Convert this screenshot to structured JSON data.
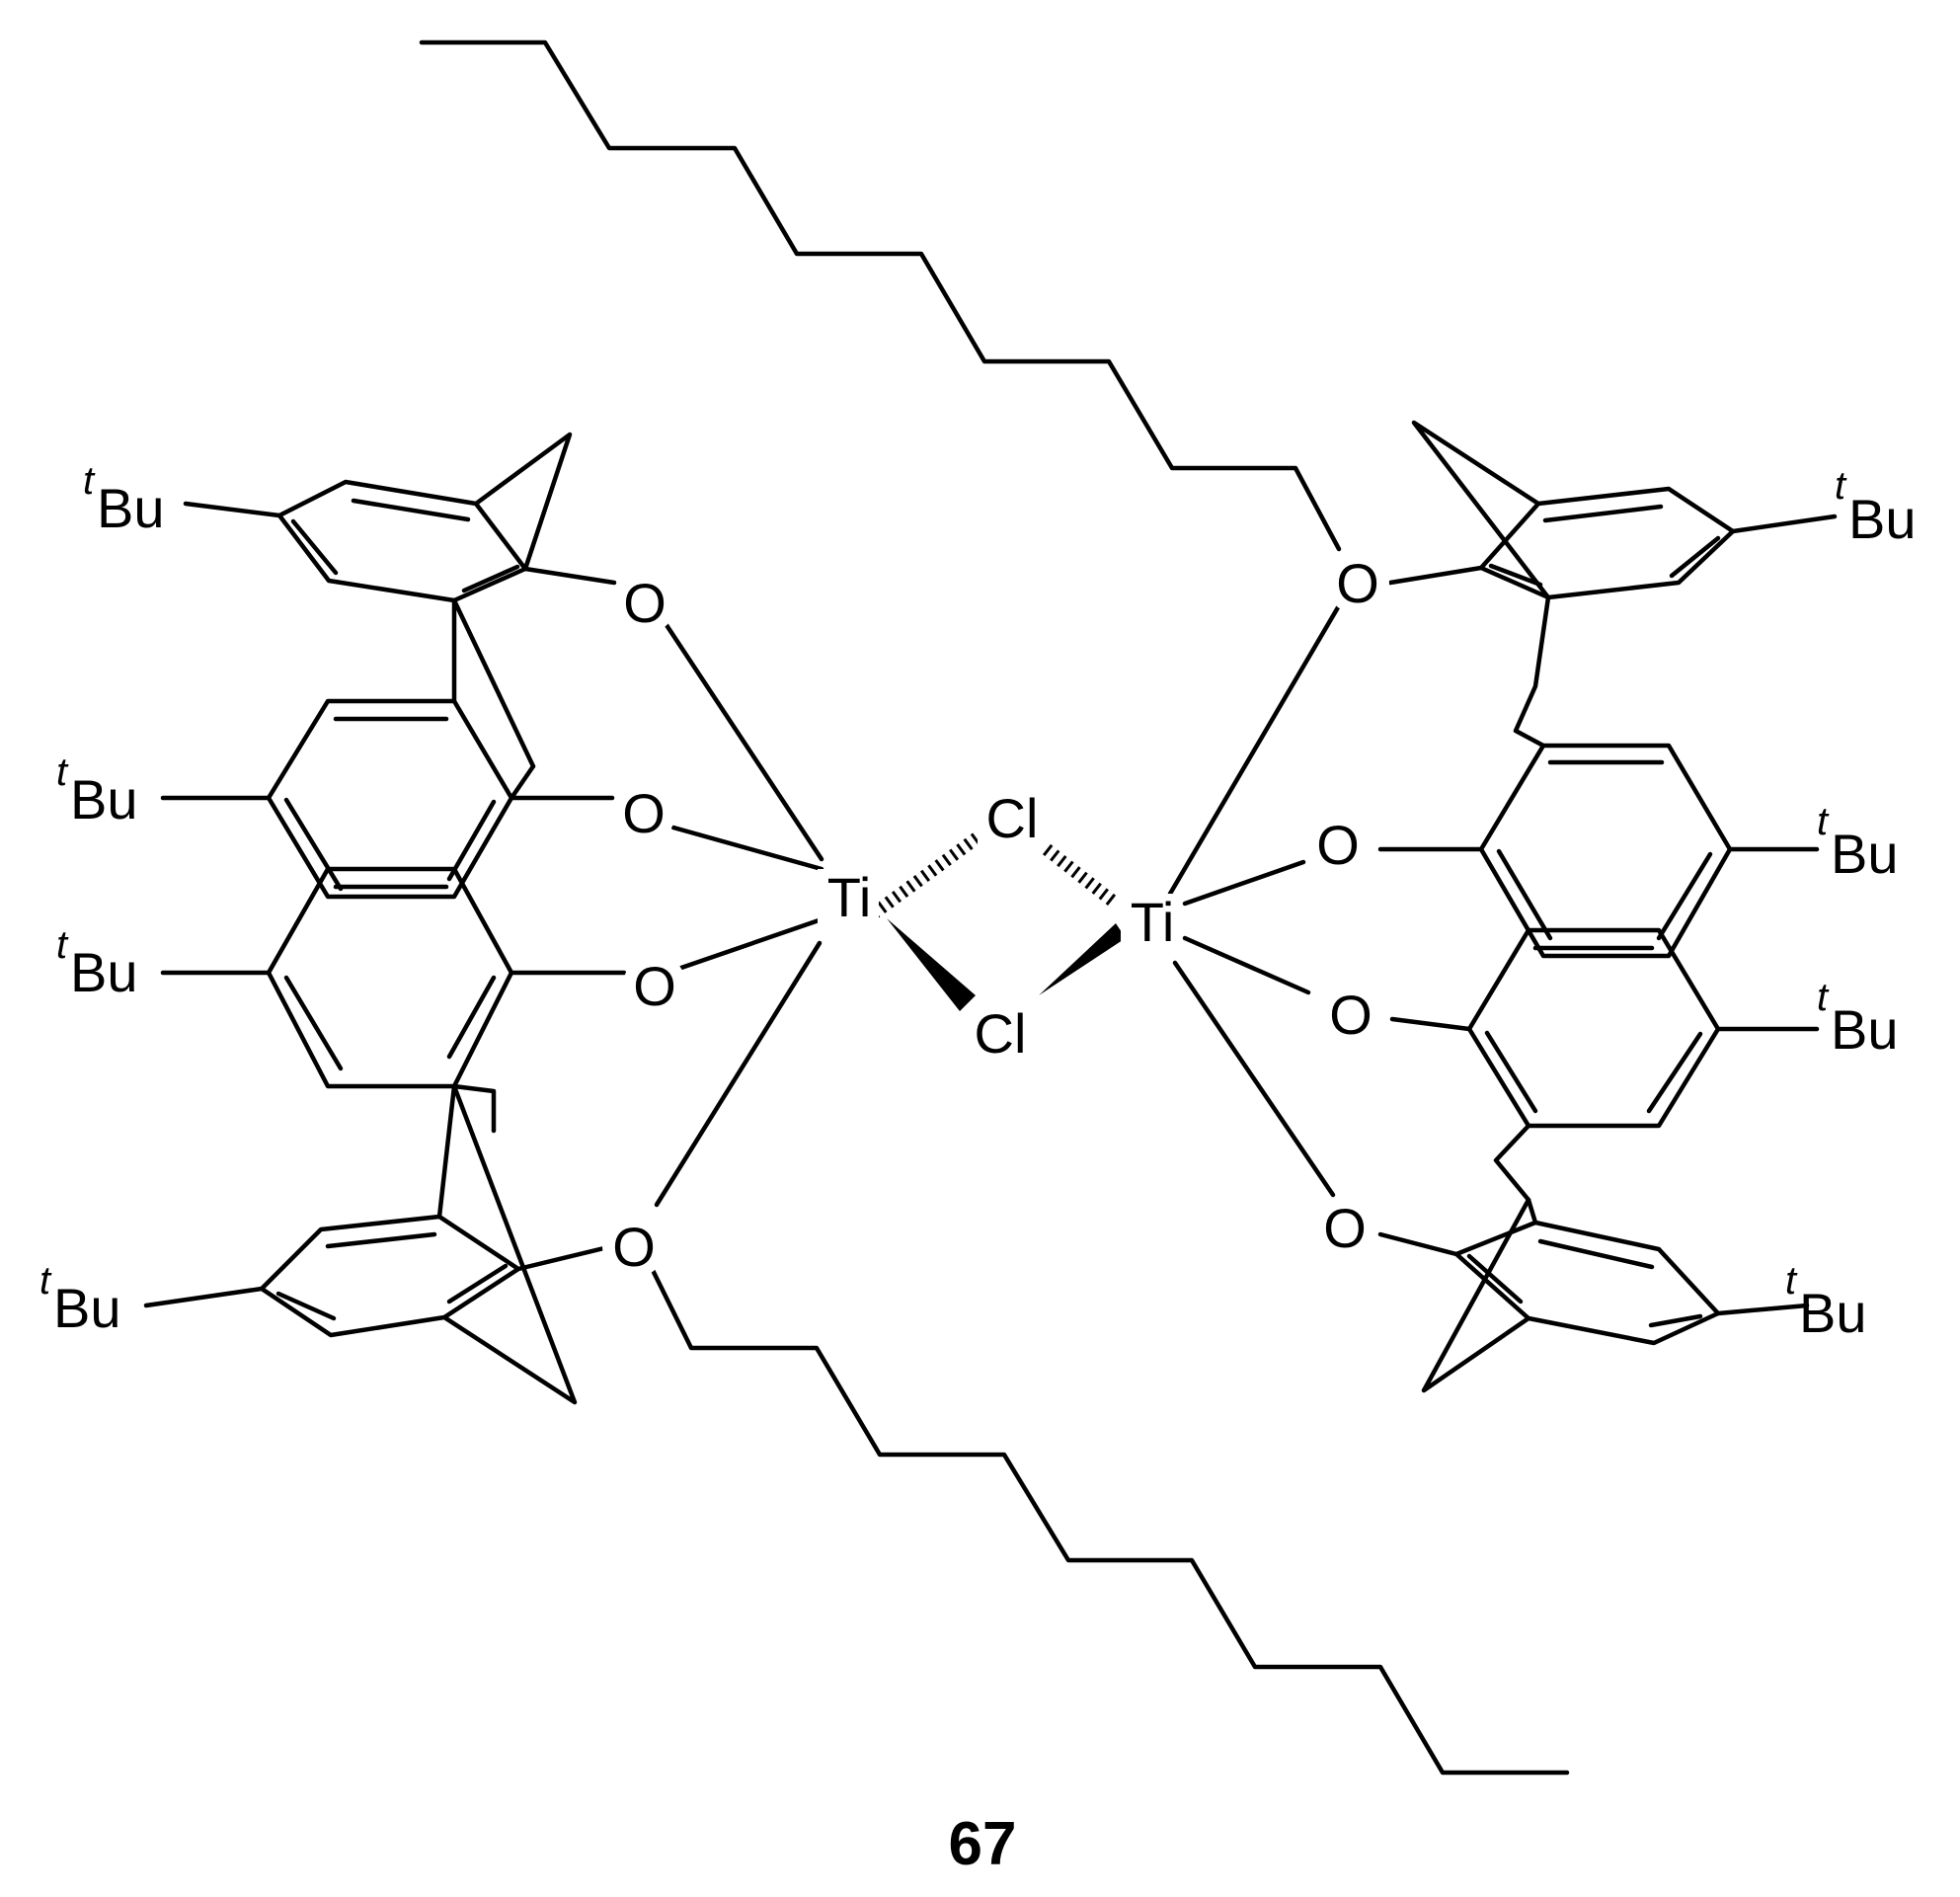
{
  "compound": {
    "number": "67",
    "atoms": {
      "oxygen": "O",
      "titanium": "Ti",
      "chlorine": "Cl",
      "tbu_prefix": "t",
      "tbu_main": "Bu"
    }
  },
  "colors": {
    "ink": "#000000",
    "background": "#ffffff"
  }
}
